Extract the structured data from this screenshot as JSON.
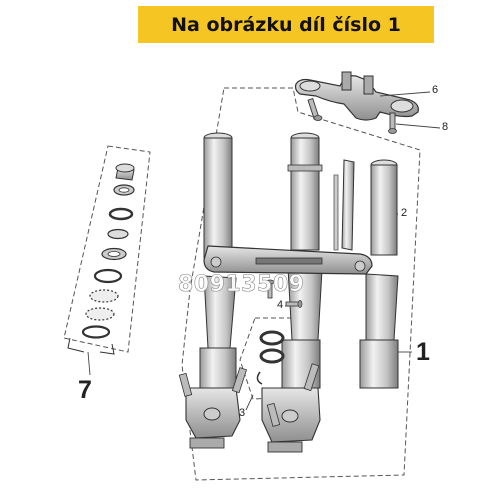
{
  "banner": {
    "text": "Na obrázku díl číslo 1"
  },
  "watermark": {
    "text": "80913509"
  },
  "callouts": {
    "c1": "1",
    "c2": "2",
    "c3": "3",
    "c4": "4",
    "c6": "6",
    "c7": "7",
    "c8": "8"
  },
  "colors": {
    "banner_bg": "#f5c623",
    "line": "#444444",
    "part_fill": "#d8d8d8"
  }
}
